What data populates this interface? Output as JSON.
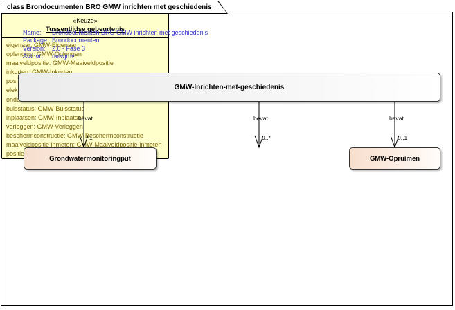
{
  "window": {
    "tab_label": "class Brondocumenten BRO GMW inrichten met geschiedenis"
  },
  "metadata": {
    "rows": [
      {
        "key": "Name:",
        "value": "Brondocumenten BRO GMW inrichten met geschiedenis"
      },
      {
        "key": "Package:",
        "value": "Brondocumenten"
      },
      {
        "key": "Version:",
        "value": "2.0 - Fase 3"
      },
      {
        "key": "Author:",
        "value": "rielwjmv"
      }
    ]
  },
  "nodes": {
    "root": {
      "title": "GMW-Inrichten-met-geschiedenis"
    },
    "left": {
      "title": "Grondwatermonitoringput"
    },
    "center": {
      "stereotype": "«Keuze»",
      "title": "Tussentijdse gebeurtenis",
      "attributes": [
        "eigenaar: GMW-Eigenaar",
        "oplenging: GMW-Oplengen",
        "maaiveldpositie: GMW-Maaiveldpositie",
        "inkorten: GMW-Inkorten",
        "posities: GMW-Posities",
        "elektrodestatus: GMW-Elektrodestatus",
        "onderhouder: GMW-Onderhouder",
        "buisstatus: GMW-Buisstatus",
        "inplaatsen: GMW-Inplaatsen",
        "verleggen: GMW-Verleggen",
        "beschermconstructie: GMW-Beschermconstructie",
        "maaiveldpositie inmeten: GMW-Maaiveldpositie-inmeten",
        "posities inmeten: GMW-Posities-inmeten"
      ]
    },
    "right": {
      "title": "GMW-Opruimen"
    }
  },
  "connectors": [
    {
      "label": "bevat",
      "multiplicity": "1"
    },
    {
      "label": "bevat",
      "multiplicity": "0..*"
    },
    {
      "label": "bevat",
      "multiplicity": "0..1"
    }
  ],
  "colors": {
    "frame_border": "#000000",
    "meta_text": "#3333cc",
    "root_fill": "#ececec",
    "leaf_fill": "#f7dfce",
    "choice_fill": "#ffffcc",
    "attribute_text": "#7d6608"
  }
}
